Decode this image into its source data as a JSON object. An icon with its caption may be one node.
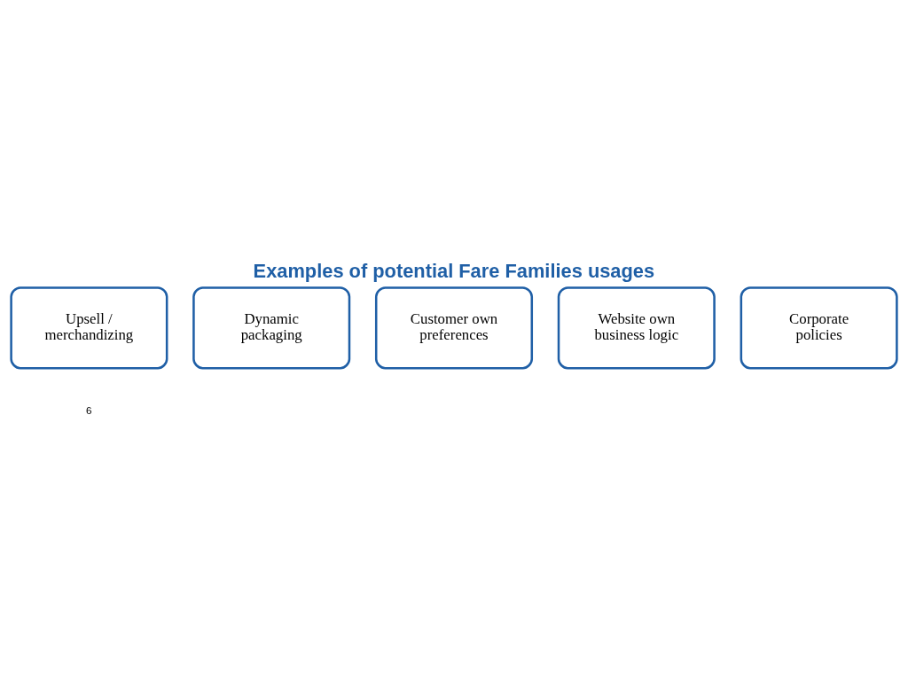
{
  "diagram": {
    "title": "Examples of potential Fare Families usages",
    "nodes": [
      {
        "text": [
          "Upsell / merchandizing"
        ]
      },
      {
        "text": [
          "Dynamic packaging"
        ]
      },
      {
        "text": [
          "Customer own preferences"
        ]
      },
      {
        "text": [
          "Website own business logic"
        ]
      },
      {
        "text": [
          "Corporate policies"
        ]
      }
    ],
    "labels": [
      "6"
    ]
  }
}
